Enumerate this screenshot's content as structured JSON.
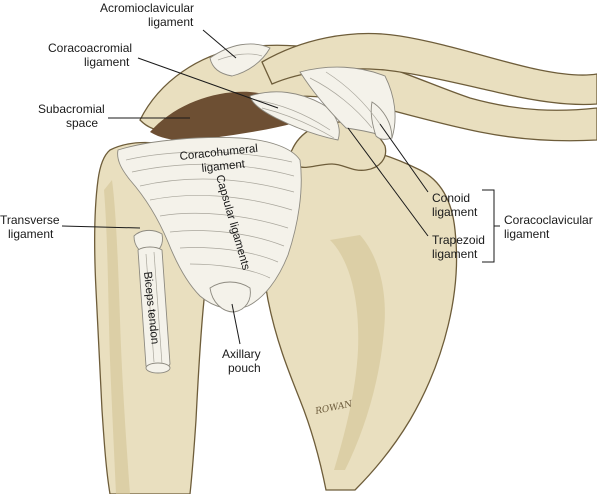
{
  "labels": {
    "acromioclavicular": [
      "Acromioclavicular",
      "ligament"
    ],
    "coracoacromial": [
      "Coracoacromial",
      "ligament"
    ],
    "subacromial": [
      "Subacromial",
      "space"
    ],
    "coracohumeral": [
      "Coracohumeral",
      "ligament"
    ],
    "capsular": "Capsular ligaments",
    "transverse": [
      "Transverse",
      "ligament"
    ],
    "biceps": "Biceps tendon",
    "axillary": [
      "Axillary",
      "pouch"
    ],
    "conoid": [
      "Conoid",
      "ligament"
    ],
    "trapezoid": [
      "Trapezoid",
      "ligament"
    ],
    "coracoclavicular": [
      "Coracoclavicular",
      "ligament"
    ]
  },
  "signature": "ROWAN",
  "colors": {
    "bone": "#e9dfbf",
    "ligament": "#f4f2ea",
    "subacromial_space": "#6d4f33",
    "label": "#1a1a1a"
  }
}
